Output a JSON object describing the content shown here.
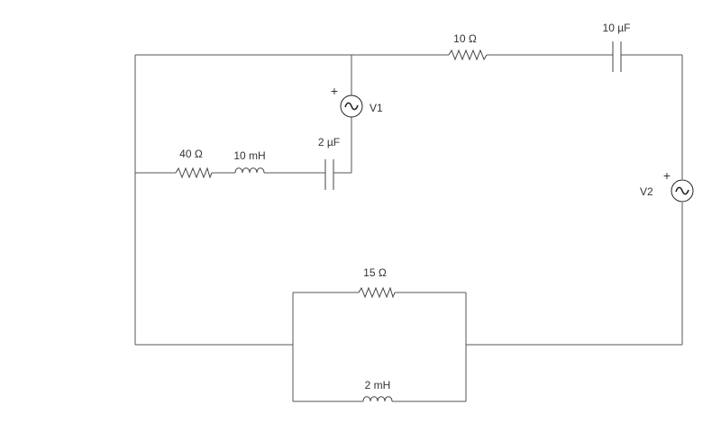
{
  "components": {
    "r_top": "10 Ω",
    "c_top": "10 µF",
    "v1": "V1",
    "c_mid": "2 µF",
    "r_left": "40 Ω",
    "l_left": "10 mH",
    "v2": "V2",
    "r_bottom": "15 Ω",
    "l_bottom": "2 mH"
  },
  "polarity_mark": "+",
  "source_symbol": "~"
}
